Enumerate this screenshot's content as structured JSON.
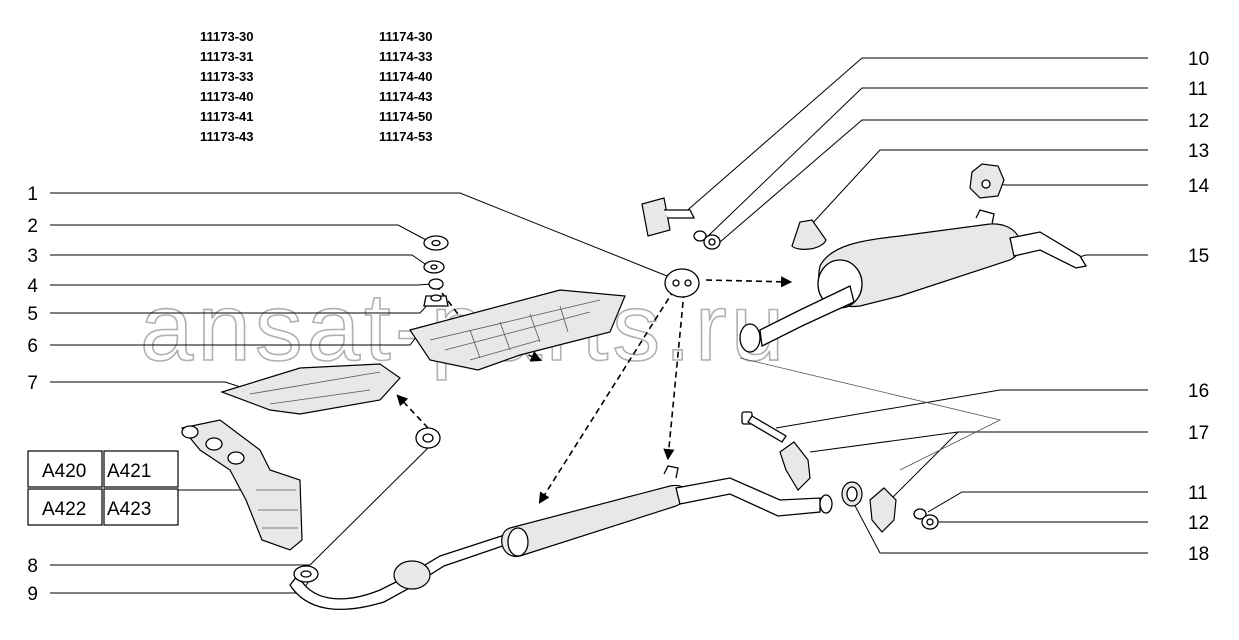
{
  "models": {
    "left": [
      "11173-30",
      "11173-31",
      "11173-33",
      "11173-40",
      "11173-41",
      "11173-43"
    ],
    "right": [
      "11174-30",
      "11174-33",
      "11174-40",
      "11174-43",
      "11174-50",
      "11174-53"
    ]
  },
  "engine_codes": [
    "A420",
    "A421",
    "A422",
    "A423"
  ],
  "watermark": "ansat-parts.ru",
  "callouts": [
    "1",
    "2",
    "3",
    "4",
    "5",
    "6",
    "7",
    "8",
    "9",
    "10",
    "11",
    "12",
    "13",
    "14",
    "15",
    "16",
    "17",
    "11",
    "12",
    "18"
  ]
}
